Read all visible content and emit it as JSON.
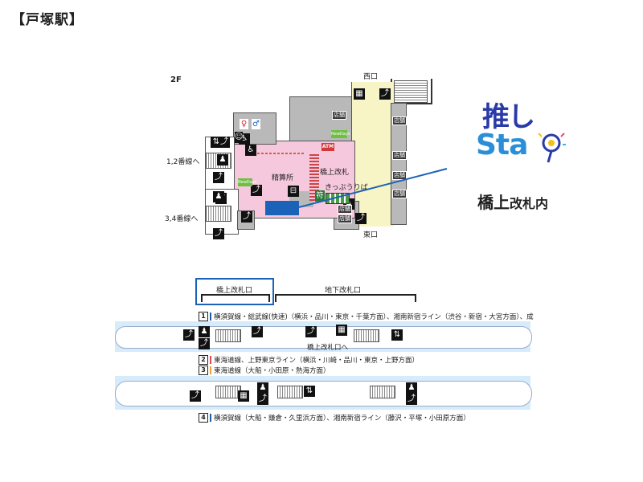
{
  "title": "【戸塚駅】",
  "floor_label": "2F",
  "exits": {
    "west": "西口",
    "east": "東口"
  },
  "to_lines": {
    "line_1_2": "1,2番線へ",
    "line_3_4": "3,4番線へ"
  },
  "areas": {
    "fare_adjust": "精算所",
    "bridge_gate": "橋上改札",
    "ticket_office": "きっぷうりば",
    "atm": "ATM",
    "newdays": "NewDays"
  },
  "shop_label": "店舗",
  "logo": {
    "text_top": "推し",
    "text_bottom": "Sta",
    "caption_strong": "橋上",
    "caption_rest": "改札内"
  },
  "platform_map": {
    "gate_left": "橋上改札口",
    "gate_right": "地下改札口",
    "to_bridge_gate": "橋上改札口へ",
    "tracks": [
      {
        "num": "1",
        "color": "#1e5aa8",
        "text": "横須賀線・総武線(快速)（横浜・品川・東京・千葉方面）、湘南新宿ライン（渋谷・新宿・大宮方面）、成"
      },
      {
        "num": "2",
        "color": "#e0484f",
        "text": "東海道線、上野東京ライン（横浜・川崎・品川・東京・上野方面）"
      },
      {
        "num": "3",
        "color": "#f0a030",
        "text": "東海道線（大船・小田原・熱海方面）"
      },
      {
        "num": "4",
        "color": "#1e5aa8",
        "text": "横須賀線（大船・鎌倉・久里浜方面）、湘南新宿ライン（藤沢・平塚・小田原方面）"
      }
    ]
  },
  "colors": {
    "concourse_pink": "#f6c8de",
    "concourse_yellow": "#f7f4c6",
    "gray_area": "#b9b9b9",
    "accent_blue": "#1b63b8",
    "platform_blue": "#3f8fd6",
    "platform_light": "#d6ecfb"
  }
}
